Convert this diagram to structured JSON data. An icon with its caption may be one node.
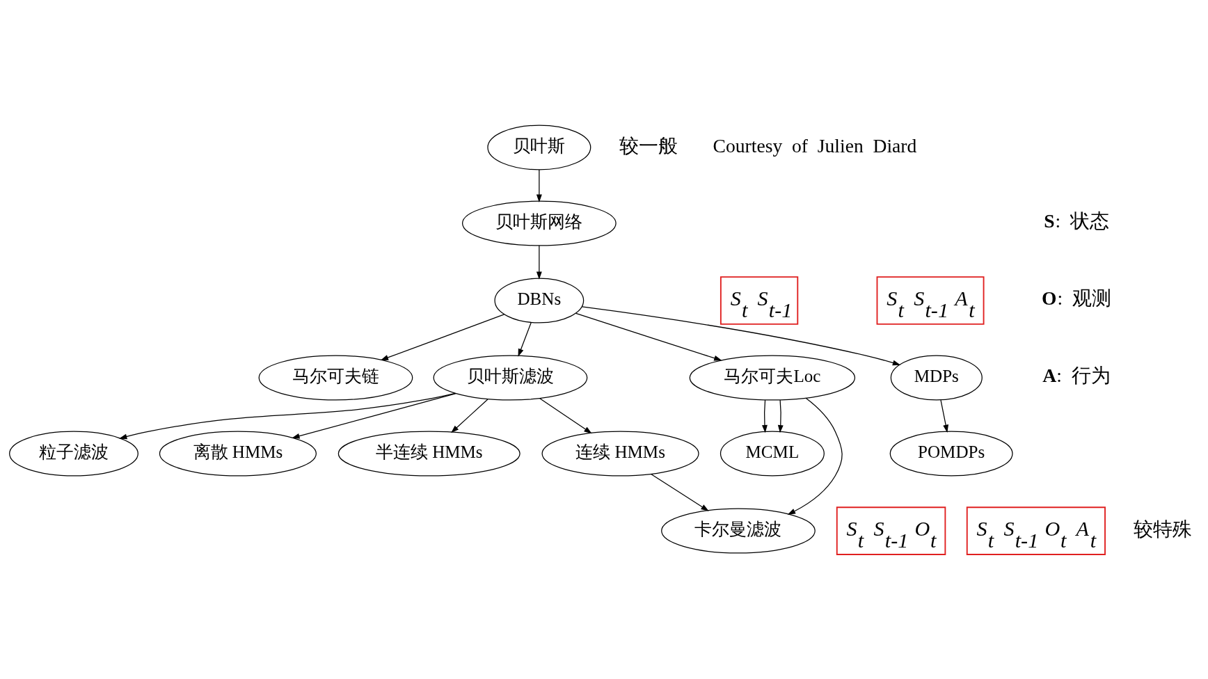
{
  "diagram": {
    "nodes": [
      {
        "text": [
          "贝叶斯"
        ]
      },
      {
        "text": [
          "贝叶斯网络"
        ]
      },
      {
        "text": [
          "DBNs"
        ]
      },
      {
        "text": [
          "马尔可夫链"
        ]
      },
      {
        "text": [
          "贝叶斯滤波"
        ]
      },
      {
        "text": [
          "马尔可夫Loc"
        ]
      },
      {
        "text": [
          "MDPs"
        ]
      },
      {
        "text": [
          "粒子滤波"
        ]
      },
      {
        "text": [
          "离散 HMMs"
        ]
      },
      {
        "text": [
          "半连续 HMMs"
        ]
      },
      {
        "text": [
          "连续 HMMs"
        ]
      },
      {
        "text": [
          "MCML"
        ]
      },
      {
        "text": [
          "POMDPs"
        ]
      },
      {
        "text": [
          "卡尔曼滤波"
        ]
      },
      {
        "text": [
          "S$_{t}$ S$_{t-1}$"
        ]
      },
      {
        "text": [
          "S$_{t}$ S$_{t-1}$ A$_{t}$"
        ]
      },
      {
        "text": [
          "S$_{t}$ S$_{t-1}$ O$_{t}$"
        ]
      },
      {
        "text": [
          "S$_{t}$ S$_{t-1}$ O$_{t}$ A$_{t}$"
        ]
      }
    ],
    "edges": [
      {
        "from": 0,
        "to": 1,
        "arrow": "to"
      },
      {
        "from": 1,
        "to": 2,
        "arrow": "to"
      },
      {
        "from": 2,
        "to": 3,
        "arrow": "to"
      },
      {
        "from": 2,
        "to": 4,
        "arrow": "to"
      },
      {
        "from": 2,
        "to": 5,
        "arrow": "to"
      },
      {
        "from": 2,
        "to": 6,
        "arrow": "to"
      },
      {
        "from": 4,
        "to": 7,
        "arrow": "to"
      },
      {
        "from": 4,
        "to": 8,
        "arrow": "to"
      },
      {
        "from": 4,
        "to": 9,
        "arrow": "to"
      },
      {
        "from": 4,
        "to": 10,
        "arrow": "to"
      },
      {
        "from": 5,
        "to": 11,
        "arrow": "to"
      },
      {
        "from": 5,
        "to": 11,
        "arrow": "to"
      },
      {
        "from": 6,
        "to": 12,
        "arrow": "to"
      },
      {
        "from": 10,
        "to": 13,
        "arrow": "to"
      },
      {
        "from": 5,
        "to": 13,
        "arrow": "to"
      }
    ],
    "labels": [
      "较一般",
      "Courtesy of Julien Diard",
      "**S**: 状态",
      "**O**: 观测",
      "**A**: 行为",
      "较特殊"
    ]
  }
}
